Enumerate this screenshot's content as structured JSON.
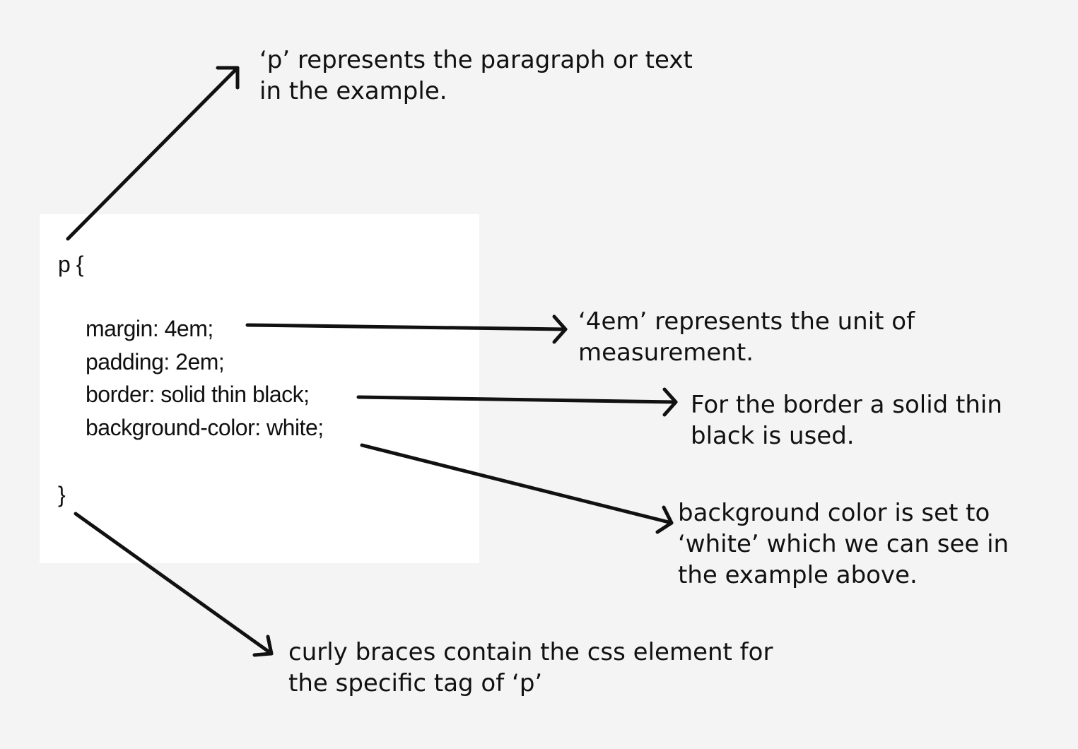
{
  "code": {
    "open": "p {",
    "declarations": [
      "margin: 4em;",
      "padding: 2em;",
      "border: solid thin black;",
      "background-color: white;"
    ],
    "close": "}"
  },
  "annotations": {
    "selector": {
      "line1": "‘p’ represents the paragraph or text",
      "line2": "in the example."
    },
    "margin": {
      "line1": "‘4em’ represents the unit of",
      "line2": "measurement."
    },
    "border": {
      "line1": "For the border a solid thin",
      "line2": "black is used."
    },
    "background": {
      "line1": "background color is set to",
      "line2": "‘white’ which we can see in",
      "line3": "the example above."
    },
    "braces": {
      "line1": "curly braces contain the css element for",
      "line2": "the specific tag of ‘p’"
    }
  },
  "colors": {
    "page_background": "#f4f4f4",
    "code_background": "#ffffff",
    "ink": "#111111"
  }
}
